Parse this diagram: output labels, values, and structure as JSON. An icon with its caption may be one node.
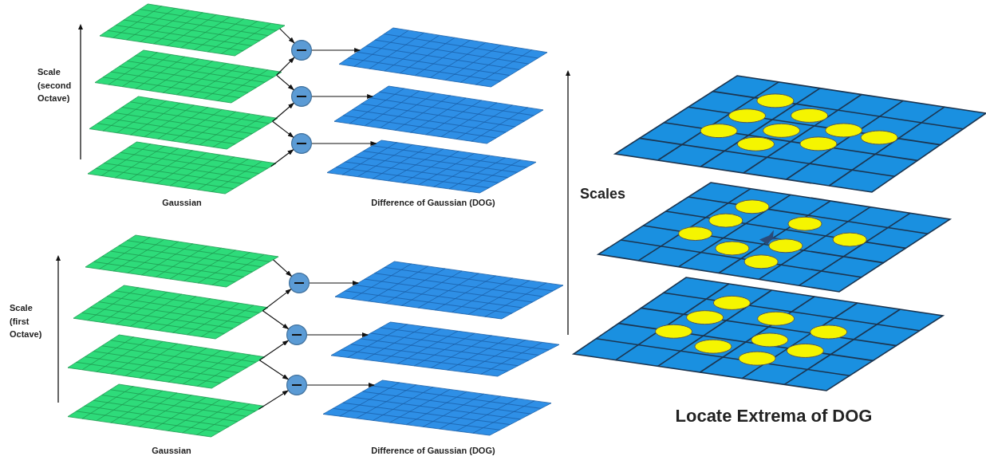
{
  "diagram": {
    "nodes": [
      {
        "text": [],
        "shape": "parallelogram"
      },
      {
        "text": [],
        "shape": "parallelogram"
      },
      {
        "text": [],
        "shape": "parallelogram"
      },
      {
        "text": [],
        "shape": "parallelogram"
      },
      {
        "text": [],
        "shape": "circle"
      },
      {
        "text": [],
        "shape": "circle"
      },
      {
        "text": [],
        "shape": "circle"
      },
      {
        "text": [],
        "shape": "parallelogram"
      },
      {
        "text": [],
        "shape": "parallelogram"
      },
      {
        "text": [],
        "shape": "parallelogram"
      },
      {
        "text": [],
        "shape": "parallelogram"
      },
      {
        "text": [],
        "shape": "parallelogram"
      },
      {
        "text": [],
        "shape": "parallelogram"
      },
      {
        "text": [],
        "shape": "parallelogram"
      },
      {
        "text": [],
        "shape": "circle"
      },
      {
        "text": [],
        "shape": "circle"
      },
      {
        "text": [],
        "shape": "circle"
      },
      {
        "text": [],
        "shape": "parallelogram"
      },
      {
        "text": [],
        "shape": "parallelogram"
      },
      {
        "text": [],
        "shape": "parallelogram"
      }
    ],
    "edges": [
      {
        "from": 0,
        "to": 4,
        "arrow": "to"
      },
      {
        "from": 1,
        "to": 4,
        "arrow": "to"
      },
      {
        "from": 1,
        "to": 5,
        "arrow": "to"
      },
      {
        "from": 2,
        "to": 5,
        "arrow": "to"
      },
      {
        "from": 2,
        "to": 6,
        "arrow": "to"
      },
      {
        "from": 3,
        "to": 6,
        "arrow": "to"
      },
      {
        "from": 4,
        "to": 7,
        "arrow": "to"
      },
      {
        "from": 5,
        "to": 8,
        "arrow": "to"
      },
      {
        "from": 6,
        "to": 9,
        "arrow": "to"
      },
      {
        "from": 10,
        "to": 14,
        "arrow": "to"
      },
      {
        "from": 11,
        "to": 14,
        "arrow": "to"
      },
      {
        "from": 11,
        "to": 15,
        "arrow": "to"
      },
      {
        "from": 12,
        "to": 15,
        "arrow": "to"
      },
      {
        "from": 12,
        "to": 16,
        "arrow": "to"
      },
      {
        "from": 13,
        "to": 16,
        "arrow": "to"
      },
      {
        "from": 14,
        "to": 17,
        "arrow": "to"
      },
      {
        "from": 15,
        "to": 18,
        "arrow": "to"
      },
      {
        "from": 16,
        "to": 19,
        "arrow": "to"
      }
    ],
    "labels": [
      "Scale (second Octave)",
      "Gaussian",
      "Difference of Gaussian (DOG)",
      "Scale (first Octave)",
      "Gaussian",
      "Difference of Gaussian (DOG)",
      "Scales",
      "Locate Extrema of DOG"
    ]
  }
}
